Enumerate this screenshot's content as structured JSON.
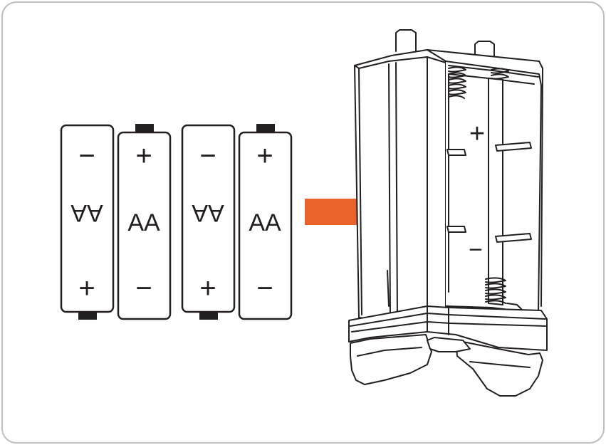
{
  "batteries": [
    {
      "type_label": "AA",
      "top_symbol": "−",
      "bottom_symbol": "+",
      "orientation": "inverted"
    },
    {
      "type_label": "AA",
      "top_symbol": "+",
      "bottom_symbol": "−",
      "orientation": "upright"
    },
    {
      "type_label": "AA",
      "top_symbol": "−",
      "bottom_symbol": "+",
      "orientation": "inverted"
    },
    {
      "type_label": "AA",
      "top_symbol": "+",
      "bottom_symbol": "−",
      "orientation": "upright"
    }
  ],
  "holder": {
    "plus_mark": "+",
    "minus_mark": "−"
  },
  "colors": {
    "arrow": "#E8622A",
    "outline": "#231F20",
    "frame_border": "#BDBDBD",
    "background": "#FFFFFF"
  },
  "icons": {
    "arrow": "insert-arrow-icon"
  }
}
